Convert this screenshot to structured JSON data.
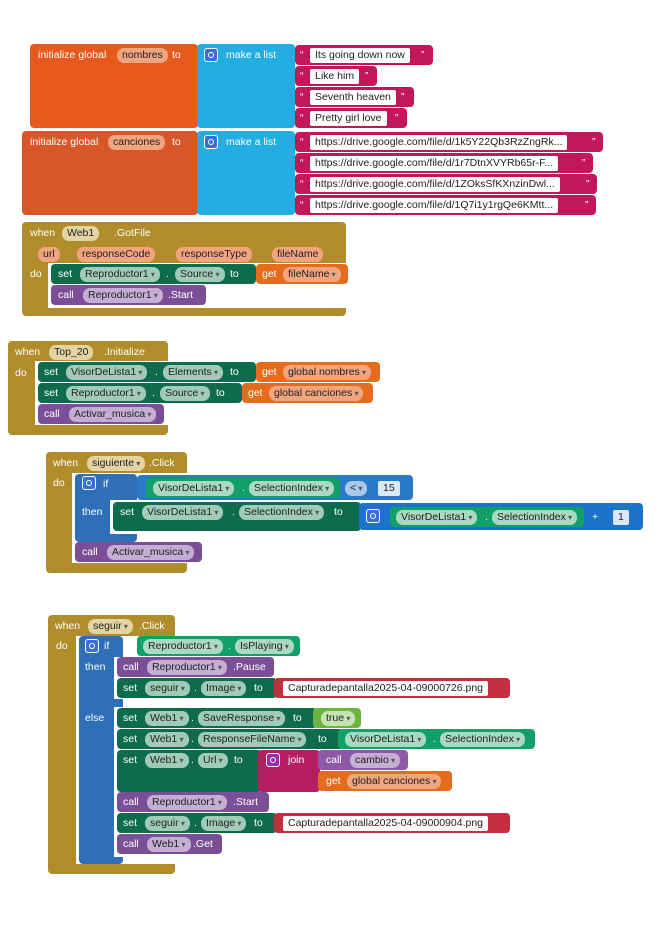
{
  "colors": {
    "variables": "#e65a1e",
    "lists": "#22aee0",
    "text": "#c2185b",
    "events": "#b08d2a",
    "setters": "#0e6b4d",
    "procedures": "#7b4f98",
    "control": "#2e6fb8",
    "logic": "#6db33f"
  },
  "g1": {
    "init": "initialize global",
    "name": "nombres",
    "to": "to",
    "make_list": "make a list",
    "items": [
      "Its going down now",
      "Like him",
      "Seventh heaven",
      "Pretty girl love"
    ]
  },
  "g2": {
    "init": "initialize global",
    "name": "canciones",
    "to": "to",
    "make_list": "make a list",
    "items": [
      "https://drive.google.com/file/d/1k5Y22Qb3RzZngRk...",
      "https://drive.google.com/file/d/1r7DtnXVYRb65r-F...",
      "https://drive.google.com/file/d/1ZOksSfKXnzinDwl...",
      "https://drive.google.com/file/d/1Q7i1y1rgQe6KMtt..."
    ]
  },
  "ev1": {
    "when": "when",
    "component": "Web1",
    "event": ".GotFile",
    "params": [
      "url",
      "responseCode",
      "responseType",
      "fileName"
    ],
    "do": "do",
    "set": "set",
    "set_comp": "Reproductor1",
    "dot": ".",
    "set_prop": "Source",
    "to": "to",
    "get": "get",
    "get_var": "fileName",
    "call": "call",
    "call_comp": "Reproductor1",
    "call_method": ".Start"
  },
  "ev2": {
    "when": "when",
    "component": "Top_20",
    "event": ".Initialize",
    "do": "do",
    "set1": "set",
    "set1_comp": "VisorDeLista1",
    "set1_prop": "Elements",
    "to": "to",
    "get1": "get",
    "get1_var": "global nombres",
    "set2": "set",
    "set2_comp": "Reproductor1",
    "set2_prop": "Source",
    "get2": "get",
    "get2_var": "global canciones",
    "call": "call",
    "call_proc": "Activar_musica",
    "dot": "."
  },
  "ev3": {
    "when": "when",
    "component": "siguiente",
    "event": ".Click",
    "do": "do",
    "if": "if",
    "cmp_comp": "VisorDeLista1",
    "cmp_prop": "SelectionIndex",
    "op": "<",
    "num": "15",
    "then": "then",
    "set": "set",
    "set_comp": "VisorDeLista1",
    "set_prop": "SelectionIndex",
    "to": "to",
    "add_comp": "VisorDeLista1",
    "add_prop": "SelectionIndex",
    "plus": "+",
    "add_num": "1",
    "call": "call",
    "call_proc": "Activar_musica",
    "dot": "."
  },
  "ev4": {
    "when": "when",
    "component": "seguir",
    "event": ".Click",
    "do": "do",
    "if": "if",
    "cond_comp": "Reproductor1",
    "cond_prop": "IsPlaying",
    "then": "then",
    "else": "else",
    "dot": ".",
    "to": "to",
    "pause_call": "call",
    "pause_comp": "Reproductor1",
    "pause_method": ".Pause",
    "img1_set": "set",
    "img1_comp": "seguir",
    "img1_prop": "Image",
    "img1_value": "Capturadepantalla2025-04-09000726.png",
    "save_set": "set",
    "save_comp": "Web1",
    "save_prop": "SaveResponse",
    "save_value": "true",
    "rfn_set": "set",
    "rfn_comp": "Web1",
    "rfn_prop": "ResponseFileName",
    "rfn_comp2": "VisorDeLista1",
    "rfn_prop2": "SelectionIndex",
    "url_set": "set",
    "url_comp": "Web1",
    "url_prop": "Url",
    "join": "join",
    "join_call": "call",
    "join_proc": "cambio",
    "join_get": "get",
    "join_var": "global canciones",
    "start_call": "call",
    "start_comp": "Reproductor1",
    "start_method": ".Start",
    "img2_set": "set",
    "img2_comp": "seguir",
    "img2_prop": "Image",
    "img2_value": "Capturadepantalla2025-04-09000904.png",
    "get_call": "call",
    "get_comp": "Web1",
    "get_method": ".Get"
  }
}
